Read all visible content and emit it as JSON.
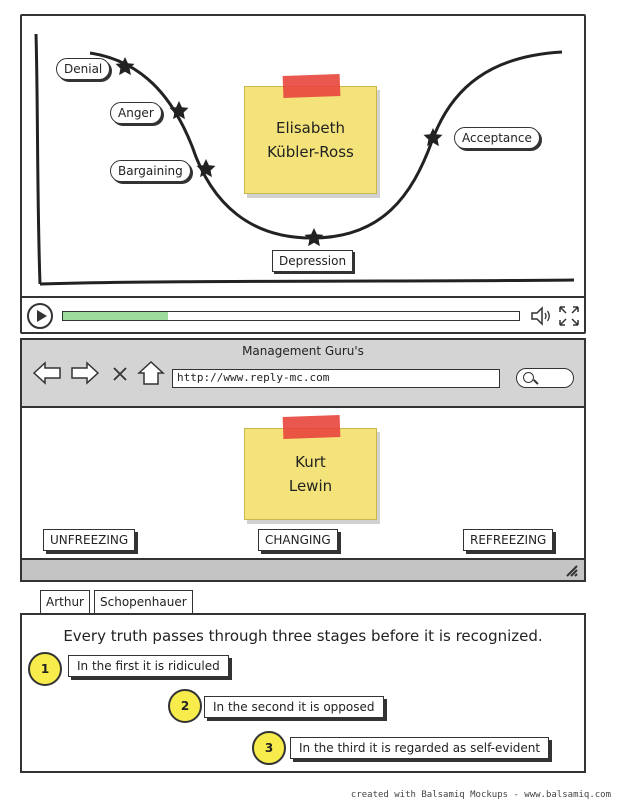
{
  "video": {
    "curve_title_line1": "Elisabeth",
    "curve_title_line2": "Kübler-Ross",
    "stages": {
      "denial": "Denial",
      "anger": "Anger",
      "bargaining": "Bargaining",
      "depression": "Depression",
      "acceptance": "Acceptance"
    },
    "progress": 0.23,
    "progress_color": "#9edc9e",
    "icons": [
      "play-icon",
      "speaker-icon",
      "fullscreen-icon"
    ]
  },
  "browser": {
    "title": "Management Guru's",
    "url": "http://www.reply-mc.com",
    "sticky_line1": "Kurt",
    "sticky_line2": "Lewin",
    "phases": {
      "unfreezing": "UNFREEZING",
      "changing": "CHANGING",
      "refreezing": "REFREEZING"
    },
    "icons": [
      "back-arrow-icon",
      "forward-arrow-icon",
      "stop-icon",
      "home-icon",
      "search-icon",
      "resize-grip-icon"
    ]
  },
  "tabs": {
    "tab1": "Arthur",
    "tab2": "Schopenhauer"
  },
  "quote": {
    "heading": "Every truth passes through three stages before it is recognized.",
    "steps": [
      {
        "num": "1",
        "text": "In the first it is ridiculed"
      },
      {
        "num": "2",
        "text": "In the second it is opposed"
      },
      {
        "num": "3",
        "text": "In the third it is regarded as self-evident"
      }
    ]
  },
  "footer": {
    "credit": "created with Balsamiq Mockups - www.balsamiq.com"
  },
  "colors": {
    "sticky": "#f3e37a",
    "tape": "#e8453c",
    "number_circle": "#f7ec4c",
    "browser_chrome": "#d4d4d4"
  }
}
